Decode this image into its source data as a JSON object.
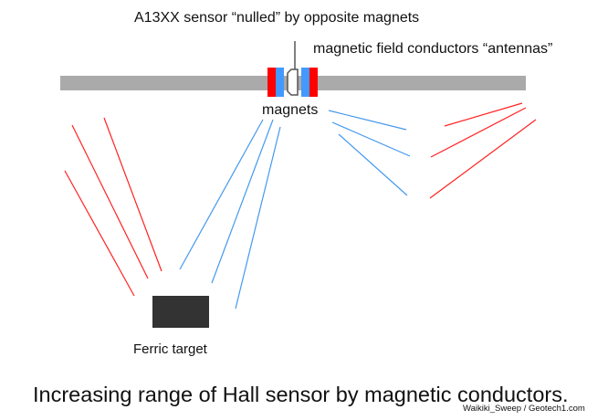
{
  "labels": {
    "title": "A13XX sensor “nulled” by opposite magnets",
    "conductors": "magnetic field conductors “antennas”",
    "magnets": "magnets",
    "target": "Ferric target",
    "caption": "Increasing range of Hall sensor by magnetic conductors.",
    "credit": "Waikiki_Sweep / Geotech1.com"
  },
  "colors": {
    "conductor_bar": "#aaaaaa",
    "magnet_red": "#ff0000",
    "magnet_blue": "#4499ff",
    "sensor_outline": "#555555",
    "target": "#333333",
    "field_red": "#ff2222",
    "field_blue": "#4499ee"
  },
  "field_lines": {
    "left_group_red_count": 3,
    "left_group_blue_count": 3,
    "right_group_blue_count": 3,
    "right_group_red_count": 3
  }
}
